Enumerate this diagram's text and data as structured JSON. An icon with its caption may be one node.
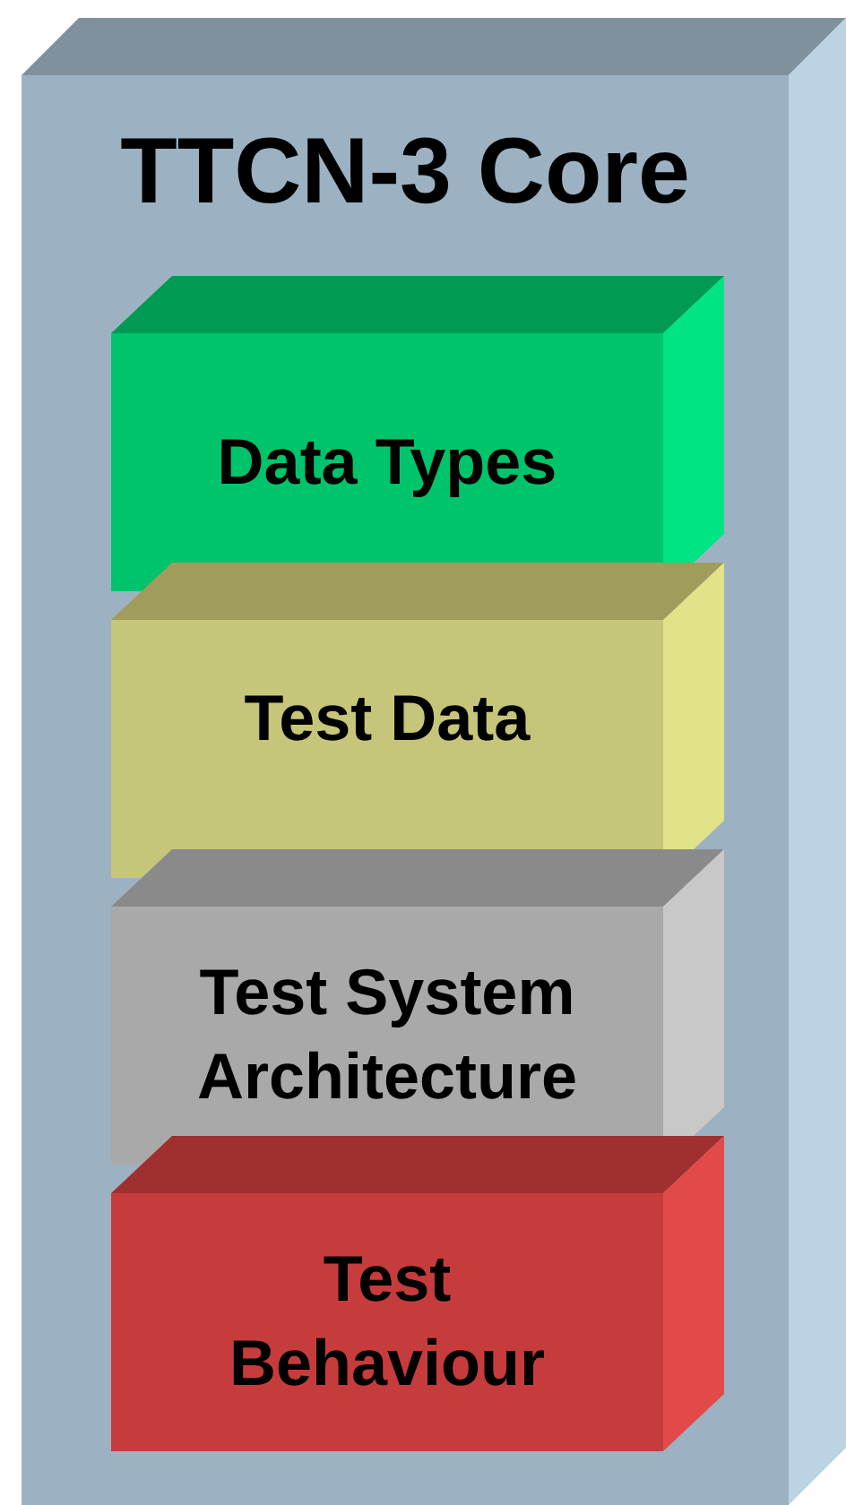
{
  "diagram": {
    "nodes": [
      {
        "text": [
          "TTCN-3 Core"
        ]
      },
      {
        "text": [
          "Data Types"
        ],
        "in": 0
      },
      {
        "text": [
          "Test Data"
        ],
        "in": 0
      },
      {
        "text": [
          "Test System Architecture"
        ],
        "in": 0
      },
      {
        "text": [
          "Test Behaviour"
        ],
        "in": 0
      }
    ]
  }
}
